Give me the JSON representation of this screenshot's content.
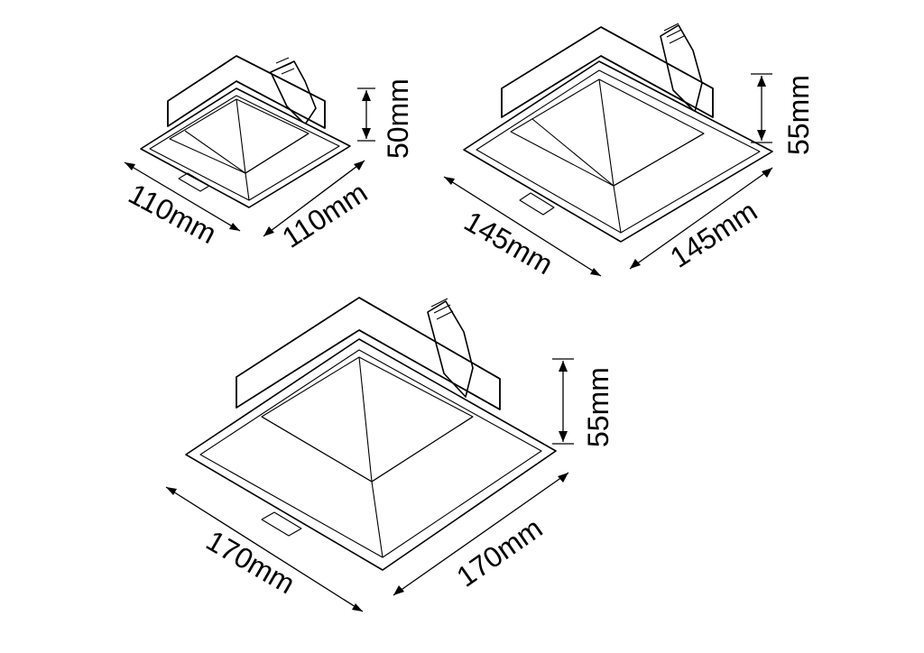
{
  "fixtures": [
    {
      "width": "110mm",
      "depth": "110mm",
      "height": "50mm"
    },
    {
      "width": "145mm",
      "depth": "145mm",
      "height": "55mm"
    },
    {
      "width": "170mm",
      "depth": "170mm",
      "height": "55mm"
    }
  ]
}
